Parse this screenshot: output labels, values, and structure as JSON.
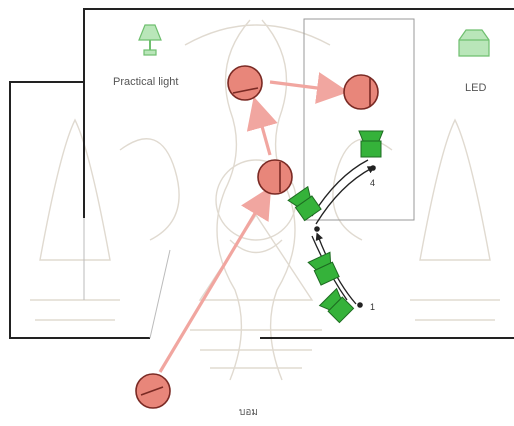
{
  "labels": {
    "practical_light": "Practical light",
    "led": "LED",
    "bottom_caption": "บอม"
  },
  "points": [
    {
      "id": "p1",
      "label": "1"
    },
    {
      "id": "p4",
      "label": "4"
    }
  ],
  "colors": {
    "actor_fill": "#e8867a",
    "actor_stroke": "#7a2a24",
    "camera_fill": "#35b23a",
    "camera_stroke": "#1d6b21",
    "blocking_arrow": "#f1a6a0",
    "camera_path": "#222222",
    "lamp_fill": "#b9e6b9",
    "wall": "#222222",
    "watermark": "#d8d2ca"
  },
  "icons": [
    "lamp-icon",
    "led-panel-icon",
    "actor-mark-icon",
    "camera-icon"
  ]
}
